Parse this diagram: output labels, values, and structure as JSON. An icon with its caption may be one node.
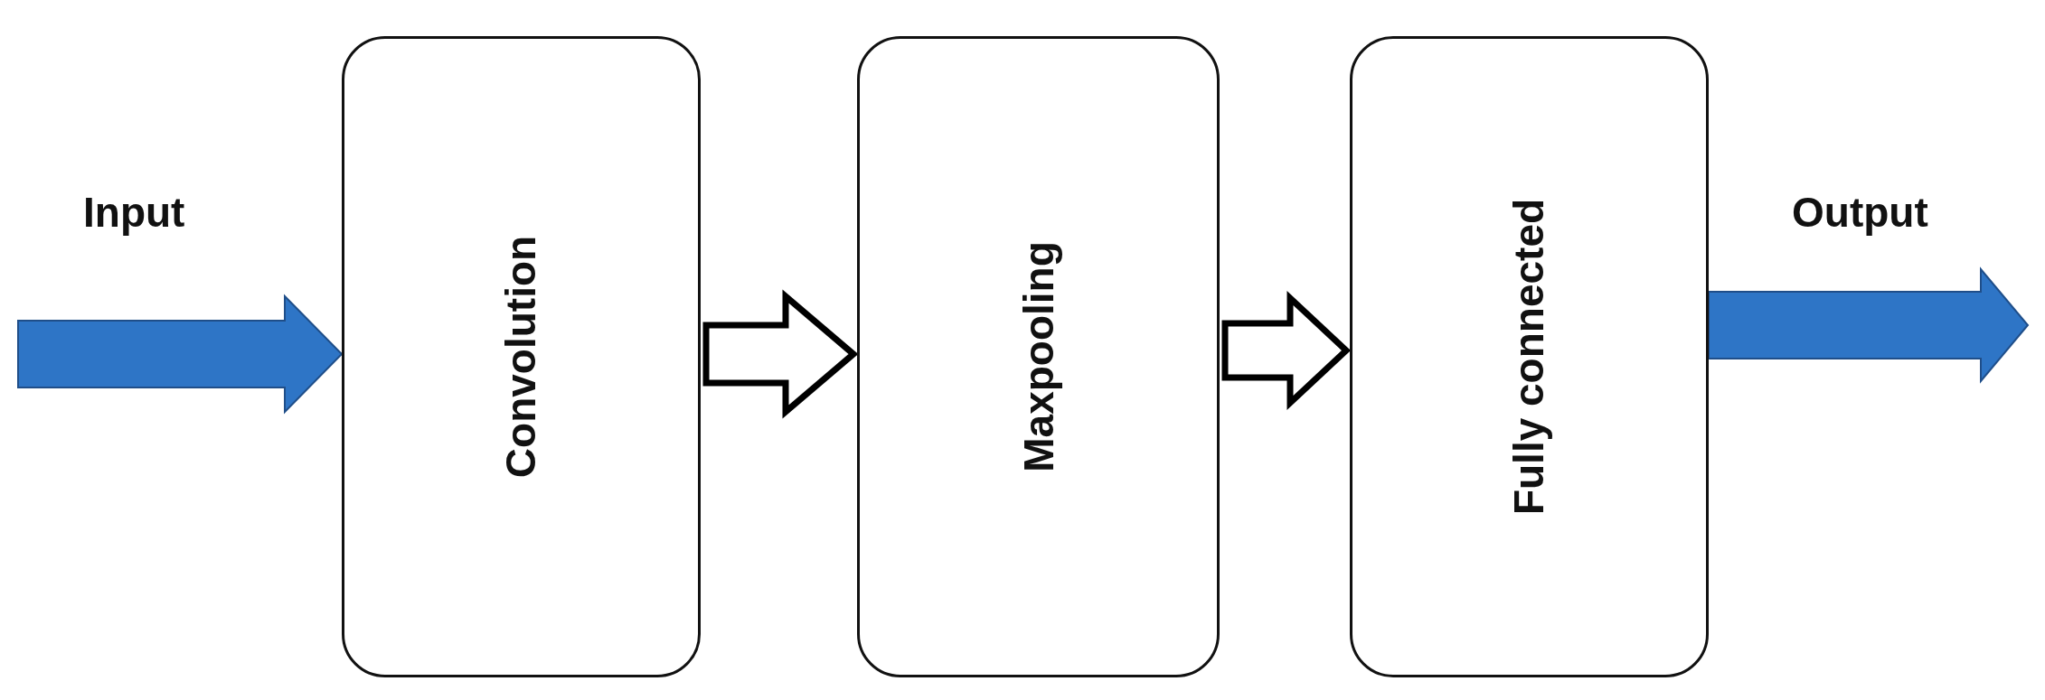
{
  "diagram": {
    "nodes": [
      {
        "text": [
          "Convolution"
        ]
      },
      {
        "text": [
          "Maxpooling"
        ]
      },
      {
        "text": [
          "Fully connected"
        ]
      }
    ],
    "edges": [
      {
        "from": null,
        "to": 0,
        "arrow": "to",
        "color": "#2e75c6"
      },
      {
        "from": 0,
        "to": 1,
        "arrow": "to"
      },
      {
        "from": 1,
        "to": 2,
        "arrow": "to"
      },
      {
        "from": 2,
        "to": null,
        "arrow": "to",
        "color": "#2e75c6"
      }
    ],
    "labels": [
      "Input",
      "Output"
    ]
  }
}
